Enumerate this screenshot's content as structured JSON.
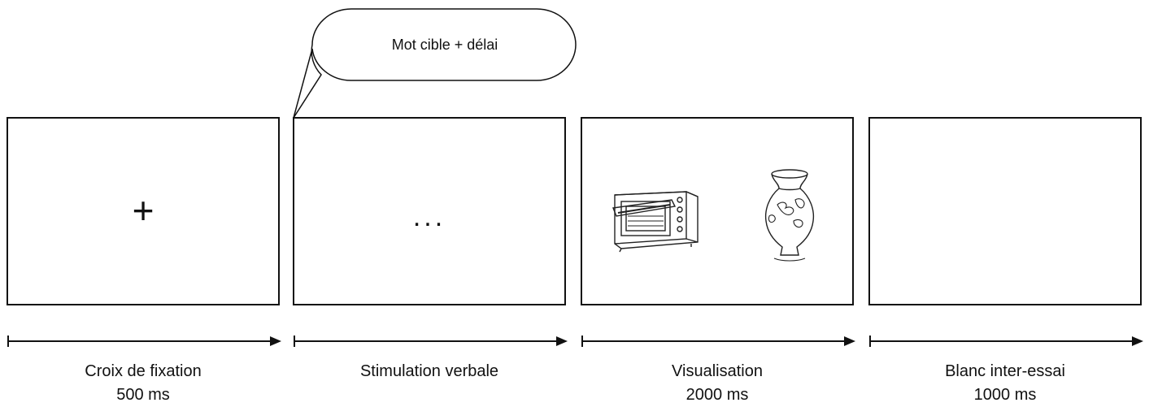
{
  "bubble": {
    "text": "Mot cible + délai"
  },
  "frames": [
    {
      "symbol": "+",
      "label": "Croix de fixation",
      "duration": "500 ms"
    },
    {
      "symbol": "...",
      "label": "Stimulation verbale",
      "duration": ""
    },
    {
      "label": "Visualisation",
      "duration": "2000 ms",
      "images": [
        "oven-icon",
        "vase-icon"
      ]
    },
    {
      "label": "Blanc inter-essai",
      "duration": "1000 ms"
    }
  ]
}
